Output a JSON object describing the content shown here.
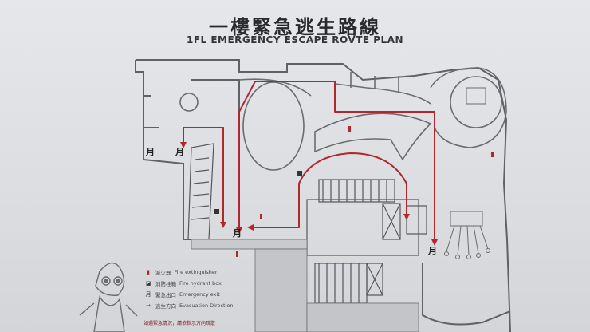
{
  "title": {
    "zh": "一樓緊急逃生路線",
    "en": "1FL EMERGENCY ESCAPE ROVTE PLAN"
  },
  "legend": [
    {
      "icon": "fire-extinguisher-icon",
      "zh": "滅火器",
      "en": "Fire extinguisher"
    },
    {
      "icon": "fire-hydrant-box-icon",
      "zh": "消防栓箱",
      "en": "Fire hydrant box"
    },
    {
      "icon": "emergency-exit-icon",
      "zh": "緊急出口",
      "en": "Emergency exit"
    },
    {
      "icon": "evacuation-direction-icon",
      "zh": "逃生方向",
      "en": "Evacuation Direction"
    }
  ],
  "note": "如遇緊急情況，請依指示方向疏散",
  "exit_glyph": "⽉",
  "colors": {
    "route": "#b0272d",
    "walls": "#5f6166",
    "background": "#e2e3e6"
  }
}
